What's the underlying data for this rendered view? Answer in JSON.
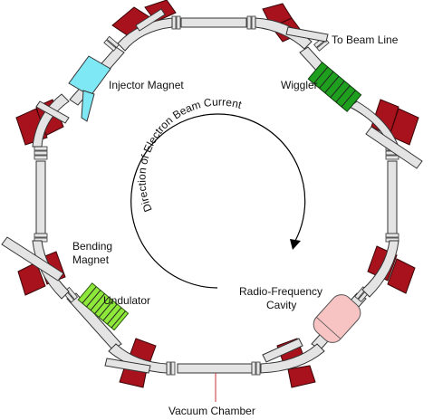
{
  "labels": {
    "to_beam_line": "To Beam Line",
    "injector_magnet": "Injector Magnet",
    "wiggler": "Wiggler",
    "beam_direction": "Direction of Electron Beam Current",
    "bending_magnet_1": "Bending",
    "bending_magnet_2": "Magnet",
    "undulator": "Undulator",
    "rf_cavity_1": "Radio-Frequency",
    "rf_cavity_2": "Cavity",
    "vacuum_chamber": "Vacuum Chamber"
  },
  "colors": {
    "bending_magnet": "#a8121c",
    "vacuum_tube": "#e4e4e4",
    "injector_magnet": "#7fe8f5",
    "wiggler": "#1ea01e",
    "undulator": "#8ee83a",
    "rf_cavity": "#f7c3c3",
    "vacuum_line": "#c83232"
  }
}
